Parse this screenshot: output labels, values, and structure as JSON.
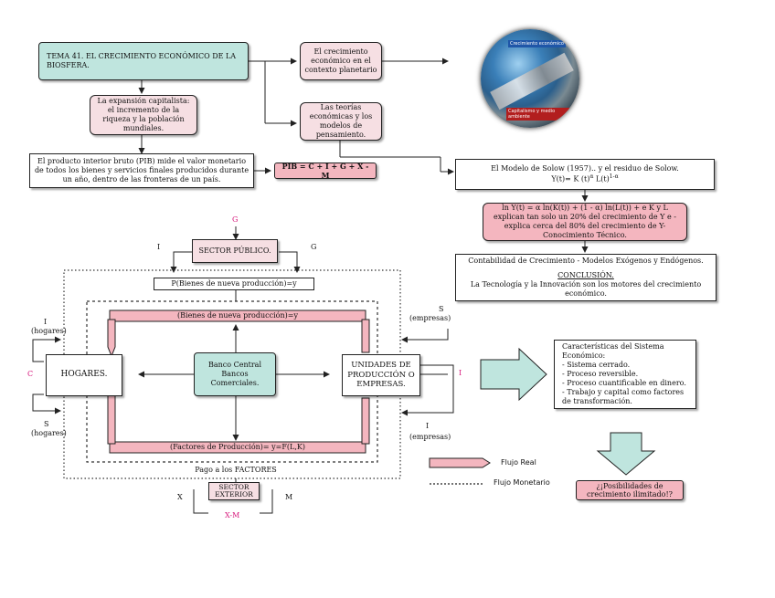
{
  "title_box": "TEMA 41. EL CRECIMIENTO ECONÓMICO DE LA BIOSFERA.",
  "expansion_box": "La expansión capitalista: el incremento de la riqueza y la población mundiales.",
  "crecimiento_box": "El crecimiento económico en el contexto planetario",
  "teorias_box": "Las teorías económicas y los modelos de pensamiento.",
  "pib_def_box": "El producto interior bruto (PIB) mide el valor monetario de todos los bienes y servicios finales producidos durante un año, dentro de las fronteras de un país.",
  "pib_formula": "PIB = C + I + G + X -M",
  "solow_box": {
    "line1": "El Modelo de Solow (1957).. y el residuo de Solow.",
    "line2": "Y(t)= K (t)",
    "sup1": "α",
    "mid": " L(t)",
    "sup2": "1-α"
  },
  "solow_eq_box": "ln Y(t) = α ln(K(t)) + (1 - α) ln(L(t)) + e K y L explican tan solo un 20% del crecimiento de Y e - explica cerca del 80% del crecimiento de Y- Conocimiento Técnico.",
  "contabilidad_box": {
    "line1": "Contabilidad de Crecimiento - Modelos Exógenos y Endógenos.",
    "heading": "CONCLUSIÓN.",
    "line2": "La Tecnología y la Innovación son los motores del crecimiento económico."
  },
  "globe": {
    "tag_top": "Crecimiento económico",
    "tag_bottom": "Capitalismo y medio ambiente"
  },
  "sector_publico": "SECTOR PÚBLICO.",
  "sector_exterior": "SECTOR EXTERIOR",
  "hogares": "HOGARES.",
  "unidades": "UNIDADES DE PRODUCCIÓN O EMPRESAS.",
  "banco": "Banco Central Bancos Comerciales.",
  "bienes_p": "P(Bienes de nueva producción)=y",
  "bienes_inner": "(Bienes de nueva producción)=y",
  "factores_inner": "(Factores de Producción)= y=F(L,K)",
  "pago_factores": "Pago a los FACTORES",
  "caracteristicas_box": {
    "heading": "Características del Sistema Económico:",
    "items": [
      "- Sistema cerrado.",
      "- Proceso reversible.",
      "- Proceso cuantificable en dinero.",
      "- Trabajo y capital como factores de transformación."
    ]
  },
  "limites_box": "¿¡Posibilidades de crecimiento ilimitado!?",
  "legend": {
    "real": "Flujo Real",
    "monetario": "Flujo Monetario"
  },
  "labels": {
    "G_top": "G",
    "I_left": "I",
    "G_right": "G",
    "I_hogares": "I",
    "hogares_1": "(hogares)",
    "S_hogares": "S",
    "hogares_2": "(hogares)",
    "C": "C",
    "S_empresas": "S",
    "empresas_1": "(empresas)",
    "I_right": "I",
    "I_empresas": "I",
    "empresas_2": "(empresas)",
    "X": "X",
    "M": "M",
    "XM": "X-M"
  },
  "colors": {
    "pink": "#f4b6bf",
    "light_pink": "#f6dfe3",
    "teal": "#bfe5de",
    "magenta": "#d6157a"
  }
}
